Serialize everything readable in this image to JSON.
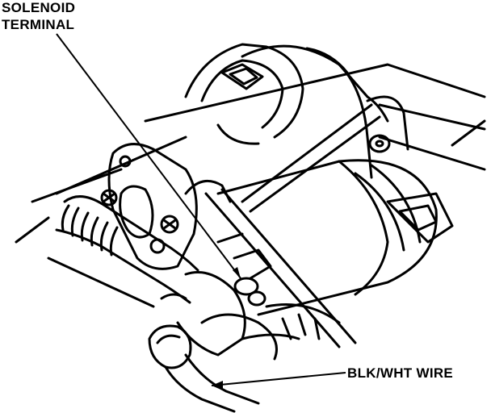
{
  "callouts": {
    "solenoid_terminal": {
      "line1": "SOLENOID",
      "line2": "TERMINAL"
    },
    "blk_wht_wire": {
      "text": "BLK/WHT WIRE"
    }
  },
  "colors": {
    "ink": "#000000",
    "paper": "#ffffff"
  },
  "icons": [
    "starter-motor-drawing",
    "leader-arrow"
  ]
}
